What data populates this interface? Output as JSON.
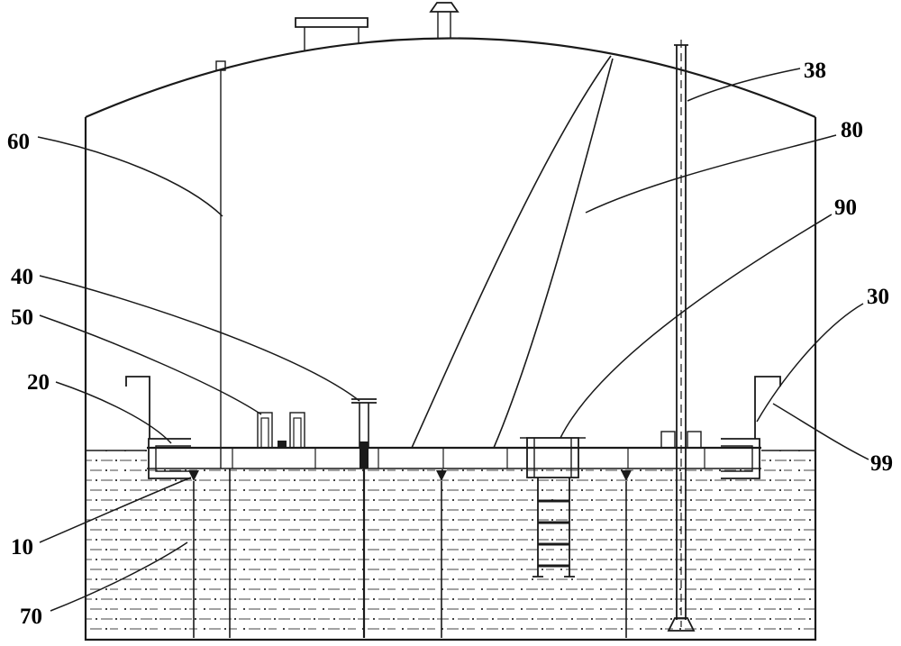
{
  "figure": {
    "type": "patent-tank-drawing",
    "colors": {
      "line": "#1a1a1a",
      "background": "#ffffff",
      "hatch": "#444444"
    }
  },
  "callouts": {
    "n10": "10",
    "n20": "20",
    "n30": "30",
    "n38": "38",
    "n40": "40",
    "n50": "50",
    "n60": "60",
    "n70": "70",
    "n80": "80",
    "n90": "90",
    "n99": "99"
  }
}
